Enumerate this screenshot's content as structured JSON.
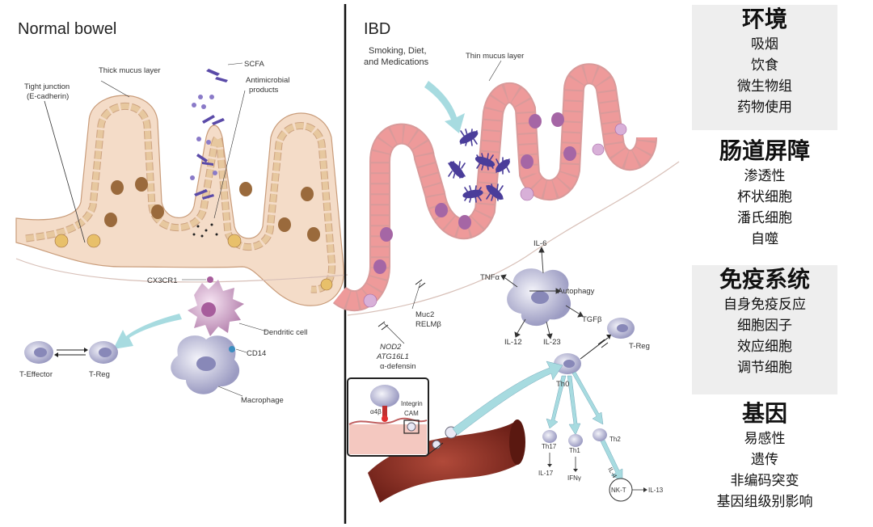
{
  "normal": {
    "title": "Normal bowel",
    "labels": {
      "tight_junction_1": "Tight junction",
      "tight_junction_2": "(E-cadherin)",
      "thick_mucus": "Thick mucus layer",
      "scfa": "SCFA",
      "antimicrobial_1": "Antimicrobial",
      "antimicrobial_2": "products",
      "cx3cr1": "CX3CR1",
      "dendritic": "Dendritic cell",
      "cd14": "CD14",
      "macrophage": "Macrophage",
      "t_effector": "T-Effector",
      "t_reg": "T-Reg"
    }
  },
  "ibd": {
    "title": "IBD",
    "labels": {
      "triggers_1": "Smoking, Diet,",
      "triggers_2": "and Medications",
      "thin_mucus": "Thin mucus layer",
      "il6": "IL-6",
      "tnfa": "TNFα",
      "autophagy": "Autophagy",
      "tgfb": "TGFβ",
      "il12": "IL-12",
      "il23": "IL-23",
      "muc2": "Muc2",
      "relmb": "RELMβ",
      "nod2": "NOD2",
      "atg16l1": "ATG16L1",
      "adefensin": "α-defensin",
      "t_reg": "T-Reg",
      "th0": "Th0",
      "integrin": "Integrin",
      "cam": "CAM",
      "a4b": "α4β",
      "th17": "Th17",
      "il17": "IL-17",
      "th1": "Th1",
      "ifng": "IFNγ",
      "th2": "Th2",
      "il4": "IL-4",
      "nkt": "NK-T",
      "il13": "IL-13"
    }
  },
  "panel": [
    {
      "title": "环境",
      "items": [
        "吸烟",
        "饮食",
        "微生物组",
        "药物使用"
      ]
    },
    {
      "title": "肠道屏障",
      "items": [
        "渗透性",
        "杯状细胞",
        "潘氏细胞",
        "自噬"
      ]
    },
    {
      "title": "免疫系统",
      "items": [
        "自身免疫反应",
        "细胞因子",
        "效应细胞",
        "调节细胞"
      ]
    },
    {
      "title": "基因",
      "items": [
        "易感性",
        "遗传",
        "非编码突变",
        "基因组级别影响"
      ]
    }
  ],
  "colors": {
    "tissue": "#f4dcc8",
    "cell": "#e7c89f",
    "goblet": "#9a6a3c",
    "ibd_cell": "#ee9a9a",
    "ibd_goblet": "#a566a5",
    "arrow": "#a7dbe0",
    "bacteria": "#4a3d9a",
    "immune": "#b8b8d6"
  }
}
